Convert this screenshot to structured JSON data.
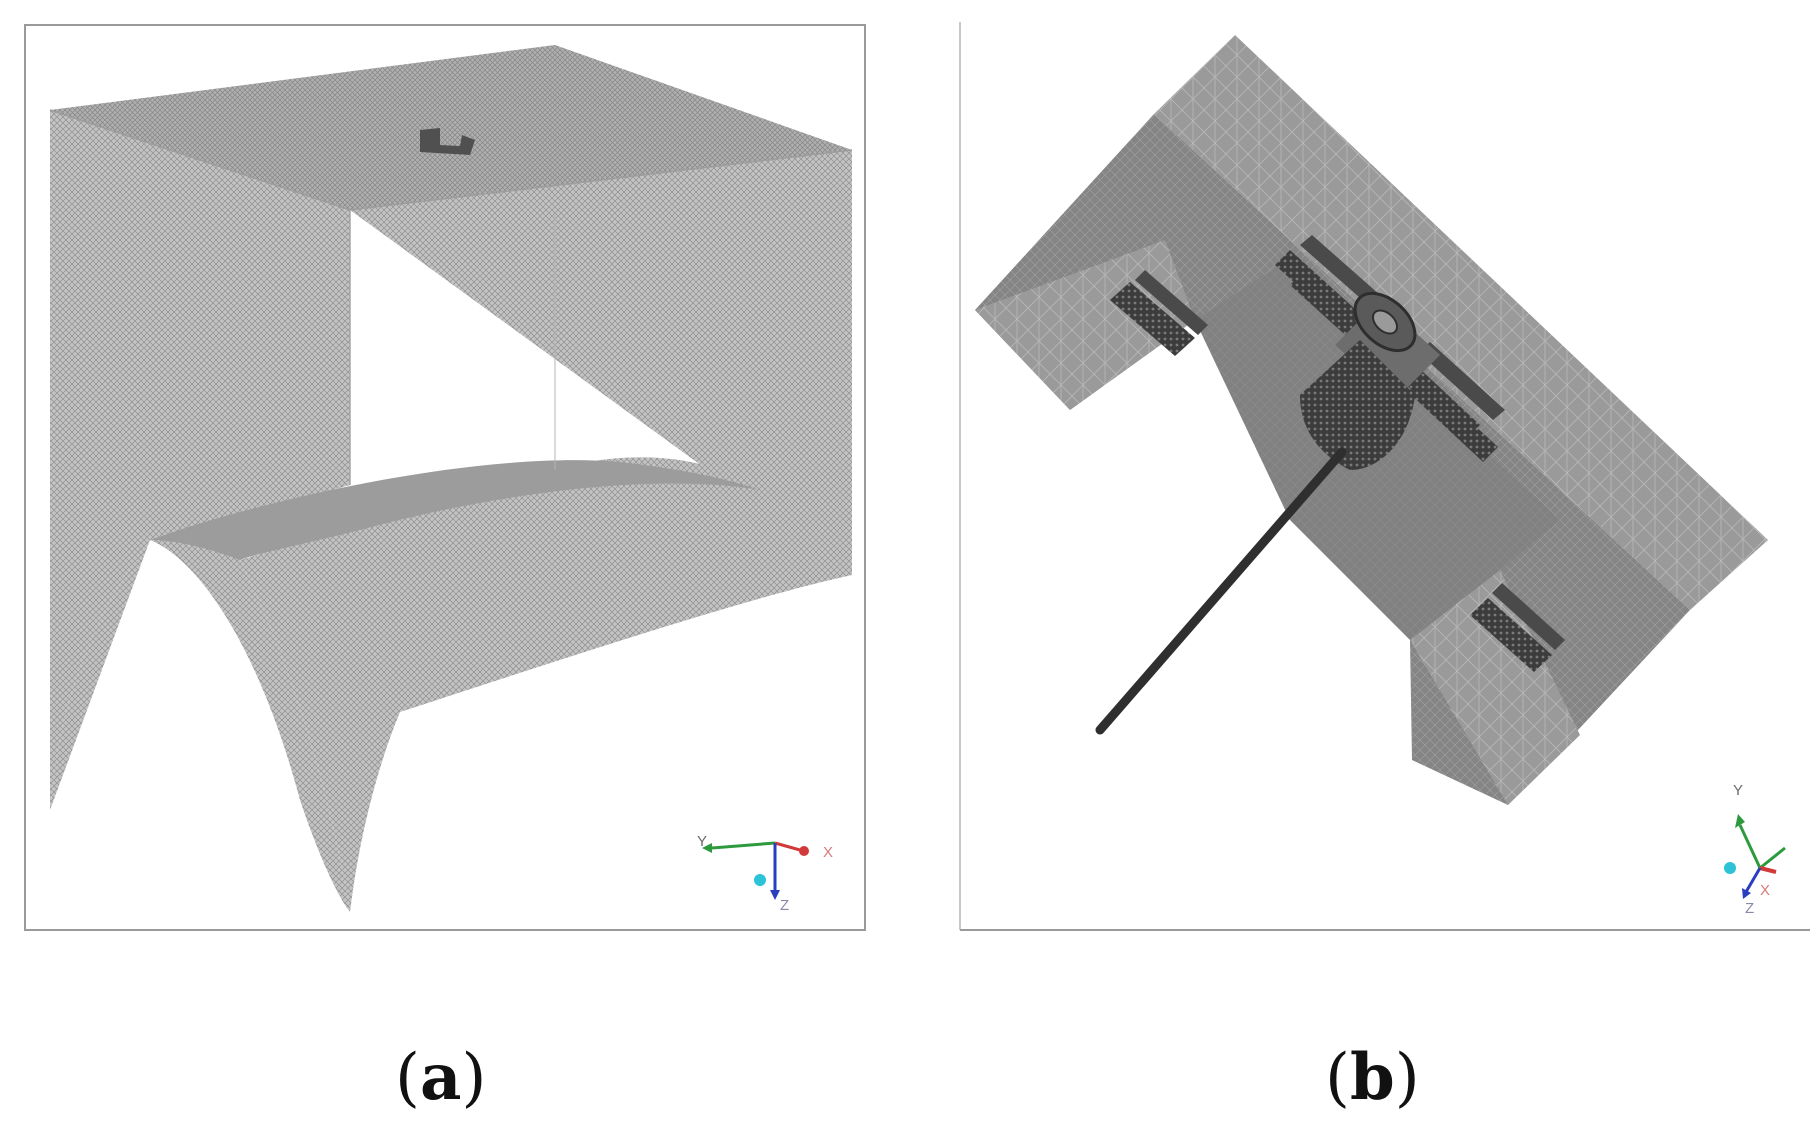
{
  "captions": {
    "a": "a",
    "b": "b",
    "open": "(",
    "close": ")"
  },
  "triad_a": {
    "y": "Y",
    "x": "X",
    "z": "Z"
  },
  "triad_b": {
    "y": "Y",
    "x": "X",
    "z": "Z"
  },
  "colors": {
    "mesh_light": "#b9b9b9",
    "mesh_dark": "#8e8e8e",
    "axis_x": "#d23a3a",
    "axis_y": "#2e9a3e",
    "axis_z": "#2a3fbf",
    "origin": "#2cc3d6"
  }
}
